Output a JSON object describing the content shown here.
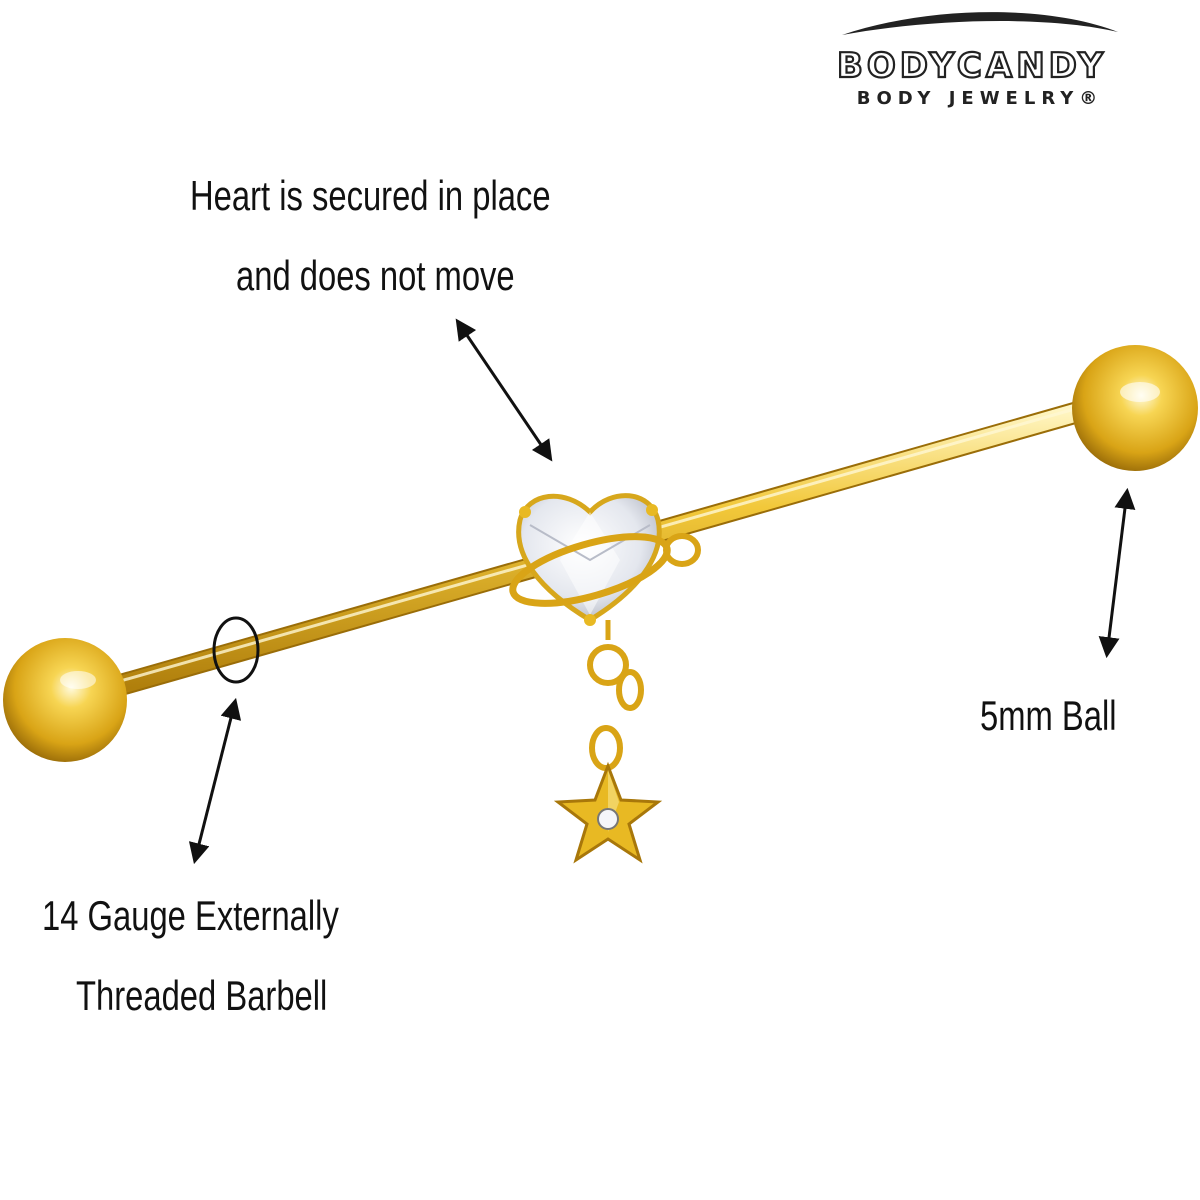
{
  "brand": {
    "name": "BODYCANDY",
    "tagline": "BODY JEWELRY®"
  },
  "callouts": {
    "heart": [
      "Heart is secured in place",
      "and does not move"
    ],
    "ball": "5mm Ball",
    "gauge": [
      "14 Gauge Externally",
      "Threaded Barbell"
    ]
  },
  "colors": {
    "gold": "#e8b923",
    "gold_light": "#fff3b0",
    "gold_dark": "#a8770a",
    "stone": "#eef0f6",
    "ink": "#111111"
  }
}
